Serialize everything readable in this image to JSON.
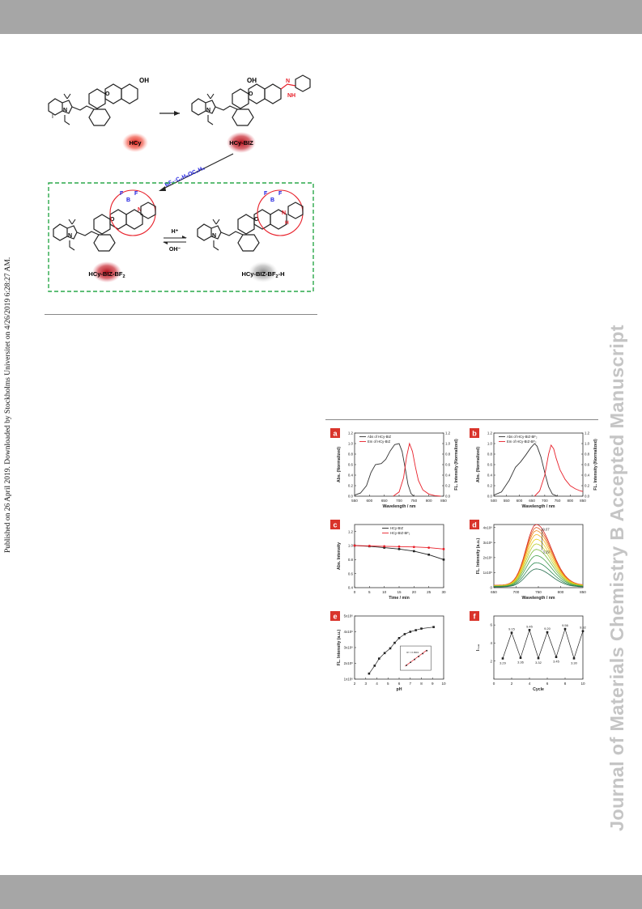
{
  "side_text": {
    "left": "Published on 26 April 2019. Downloaded by Stockholms Universitet on 4/26/2019 6:28:27 AM.",
    "right": "Journal of Materials Chemistry B Accepted Manuscript"
  },
  "scheme": {
    "labels": {
      "hcy": "HCy",
      "hcy_biz": "HCy-BIZ",
      "hcy_biz_bf2": "HCy-BIZ-BF",
      "hcy_biz_bf2_h": "HCy-BIZ-BF",
      "bf2_sub": "2",
      "h_suffix": "-H"
    },
    "reagent": "BF₃·C₂H₅OC₂H₅",
    "acid": "H⁺",
    "base": "OH⁻",
    "colors": {
      "red_group": "#e8202a",
      "blue_bf": "#1a1ae0",
      "dash_box": "#2aa84a"
    }
  },
  "figure": {
    "panels": [
      "a",
      "b",
      "c",
      "d",
      "e",
      "f"
    ],
    "panel_badge_color": "#d9342b",
    "chart_data": [
      {
        "panel": "a",
        "type": "line",
        "xlabel": "Wavelength / nm",
        "ylabel": "Abs. (Normalized)",
        "y2label": "FL. Intensity (Normalized)",
        "xlim": [
          550,
          850
        ],
        "ylim": [
          0,
          1.2
        ],
        "xticks": [
          550,
          600,
          650,
          700,
          750,
          800,
          850
        ],
        "yticks": [
          0.0,
          0.2,
          0.4,
          0.6,
          0.8,
          1.0,
          1.2
        ],
        "series": [
          {
            "name": "Abs of HCy-BIZ",
            "color": "#333333",
            "x": [
              550,
              570,
              590,
              605,
              620,
              640,
              655,
              670,
              685,
              700,
              710,
              720,
              730,
              740,
              750
            ],
            "y": [
              0.02,
              0.06,
              0.2,
              0.45,
              0.6,
              0.62,
              0.7,
              0.86,
              0.98,
              1.0,
              0.85,
              0.55,
              0.22,
              0.05,
              0.0
            ]
          },
          {
            "name": "Em of HCy-BIZ",
            "color": "#e8202a",
            "x": [
              680,
              700,
              715,
              725,
              735,
              745,
              755,
              765,
              780,
              800,
              820,
              840
            ],
            "y": [
              0.0,
              0.08,
              0.35,
              0.75,
              1.0,
              0.85,
              0.55,
              0.3,
              0.12,
              0.04,
              0.01,
              0.0
            ]
          }
        ]
      },
      {
        "panel": "b",
        "type": "line",
        "xlabel": "Wavelength / nm",
        "ylabel": "Abs. (Normalized)",
        "y2label": "FL. Intensity (Normalized)",
        "xlim": [
          500,
          850
        ],
        "ylim": [
          0,
          1.2
        ],
        "xticks": [
          500,
          550,
          600,
          650,
          700,
          750,
          800,
          850
        ],
        "yticks": [
          0.0,
          0.2,
          0.4,
          0.6,
          0.8,
          1.0,
          1.2
        ],
        "series": [
          {
            "name": "Abs of HCy-BIZ-BF₂",
            "color": "#333333",
            "x": [
              500,
              530,
              560,
              585,
              605,
              625,
              645,
              660,
              670,
              685,
              700,
              715,
              730,
              750
            ],
            "y": [
              0.02,
              0.08,
              0.3,
              0.55,
              0.65,
              0.78,
              0.92,
              1.0,
              0.95,
              0.75,
              0.45,
              0.18,
              0.04,
              0.0
            ]
          },
          {
            "name": "Em of HCy-BIZ-BF₂",
            "color": "#e8202a",
            "x": [
              660,
              680,
              700,
              715,
              725,
              735,
              745,
              760,
              780,
              800,
              820,
              840,
              850
            ],
            "y": [
              0.0,
              0.1,
              0.4,
              0.8,
              0.97,
              0.9,
              0.72,
              0.5,
              0.32,
              0.2,
              0.14,
              0.1,
              0.09
            ]
          }
        ]
      },
      {
        "panel": "c",
        "type": "line",
        "xlabel": "Time / min",
        "ylabel": "Abs. Intensity",
        "xlim": [
          0,
          30
        ],
        "ylim": [
          0.4,
          1.3
        ],
        "xticks": [
          0,
          5,
          10,
          15,
          20,
          25,
          30
        ],
        "yticks": [
          0.4,
          0.6,
          0.8,
          1.0,
          1.2
        ],
        "series": [
          {
            "name": "HCy-BIZ",
            "color": "#222222",
            "x": [
              0,
              5,
              10,
              15,
              20,
              25,
              30
            ],
            "y": [
              1.0,
              0.99,
              0.97,
              0.95,
              0.92,
              0.87,
              0.8
            ]
          },
          {
            "name": "HCy-BIZ-BF₂",
            "color": "#e8202a",
            "x": [
              0,
              5,
              10,
              15,
              20,
              25,
              30
            ],
            "y": [
              1.0,
              0.995,
              0.99,
              0.985,
              0.98,
              0.97,
              0.95
            ]
          }
        ]
      },
      {
        "panel": "d",
        "type": "line",
        "xlabel": "Wavelength / nm",
        "ylabel": "FL. Intensity (a.u.)",
        "xlim": [
          650,
          850
        ],
        "ylim": [
          0,
          4.2
        ],
        "xticks": [
          650,
          700,
          750,
          800,
          850
        ],
        "yticks": [
          0,
          1,
          2,
          3,
          4
        ],
        "ytick_labels": [
          "0",
          "1x10⁶",
          "2x10⁶",
          "3x10⁶",
          "4x10⁶"
        ],
        "annotations": [
          "9.07",
          "3.29"
        ],
        "series": [
          {
            "peak": 4.05,
            "color": "#d62020"
          },
          {
            "peak": 3.85,
            "color": "#e45a1e"
          },
          {
            "peak": 3.65,
            "color": "#ef8a1a"
          },
          {
            "peak": 3.4,
            "color": "#f2b41c"
          },
          {
            "peak": 3.1,
            "color": "#e8d21e"
          },
          {
            "peak": 2.8,
            "color": "#b8cc2a"
          },
          {
            "peak": 2.45,
            "color": "#7cb83a"
          },
          {
            "peak": 2.05,
            "color": "#45a04a"
          },
          {
            "peak": 1.6,
            "color": "#2d8a52"
          },
          {
            "peak": 1.2,
            "color": "#2a7050"
          }
        ]
      },
      {
        "panel": "e",
        "type": "scatter",
        "xlabel": "pH",
        "ylabel": "FL. Intensity (a.u.)",
        "xlim": [
          2,
          10
        ],
        "ylim": [
          1,
          5
        ],
        "xticks": [
          2,
          3,
          4,
          5,
          6,
          7,
          8,
          9,
          10
        ],
        "yticks": [
          1,
          2,
          3,
          4,
          5
        ],
        "ytick_labels": [
          "1x10⁶",
          "2x10⁶",
          "3x10⁶",
          "4x10⁶",
          "5x10⁶"
        ],
        "x": [
          3.3,
          3.8,
          4.2,
          4.7,
          5.2,
          5.6,
          6.0,
          6.5,
          7.0,
          7.5,
          8.0,
          9.1
        ],
        "y": [
          1.35,
          1.85,
          2.3,
          2.65,
          2.95,
          3.3,
          3.6,
          3.85,
          4.0,
          4.1,
          4.2,
          4.3
        ],
        "inset": {
          "label": "R² = 0.9919"
        }
      },
      {
        "panel": "f",
        "type": "line",
        "xlabel": "Cycle",
        "ylabel": "I₇₄₈",
        "xlim": [
          0,
          10
        ],
        "ylim": [
          0,
          7
        ],
        "xticks": [
          0,
          2,
          4,
          6,
          8,
          10
        ],
        "yticks": [
          2,
          4,
          6
        ],
        "x": [
          1,
          2,
          3,
          4,
          5,
          6,
          7,
          8,
          9,
          10
        ],
        "y": [
          2.29,
          5.15,
          2.36,
          5.45,
          2.32,
          5.2,
          2.45,
          5.56,
          2.3,
          5.32
        ],
        "labels": [
          "3.29",
          "9.15",
          "3.36",
          "9.45",
          "3.32",
          "9.20",
          "3.45",
          "9.56",
          "3.30",
          "9.32"
        ]
      }
    ]
  }
}
